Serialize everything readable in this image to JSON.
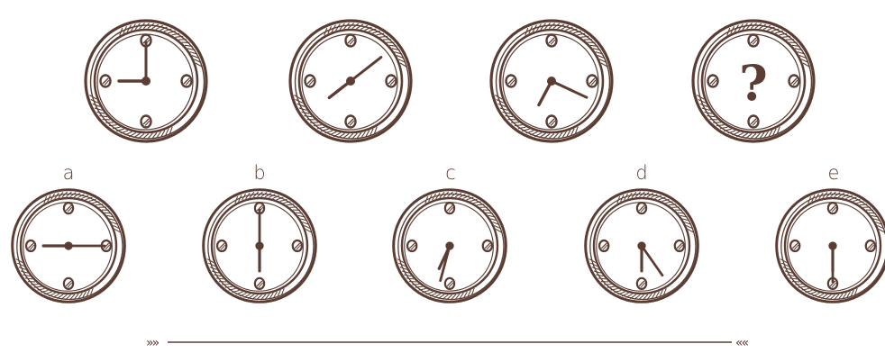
{
  "colors": {
    "ink": "#5b3d33",
    "paper": "#ffffff"
  },
  "puzzle": {
    "sequence": [
      {
        "hour_hand_deg": 270,
        "minute_hand_deg": 0
      },
      {
        "hour_hand_deg": 232,
        "minute_hand_deg": 52
      },
      {
        "hour_hand_deg": 208,
        "minute_hand_deg": 115
      },
      {
        "unknown_mark": "?"
      }
    ],
    "options": [
      {
        "label": "a",
        "hour_hand_deg": 270,
        "minute_hand_deg": 90
      },
      {
        "label": "b",
        "hour_hand_deg": 180,
        "minute_hand_deg": 0
      },
      {
        "label": "c",
        "hour_hand_deg": 205,
        "minute_hand_deg": 195
      },
      {
        "label": "d",
        "hour_hand_deg": 180,
        "minute_hand_deg": 145
      },
      {
        "label": "e",
        "hour_hand_deg": 180,
        "minute_hand_deg": 180
      }
    ]
  },
  "divider": {
    "left_mark": "»»",
    "right_mark": "««"
  }
}
